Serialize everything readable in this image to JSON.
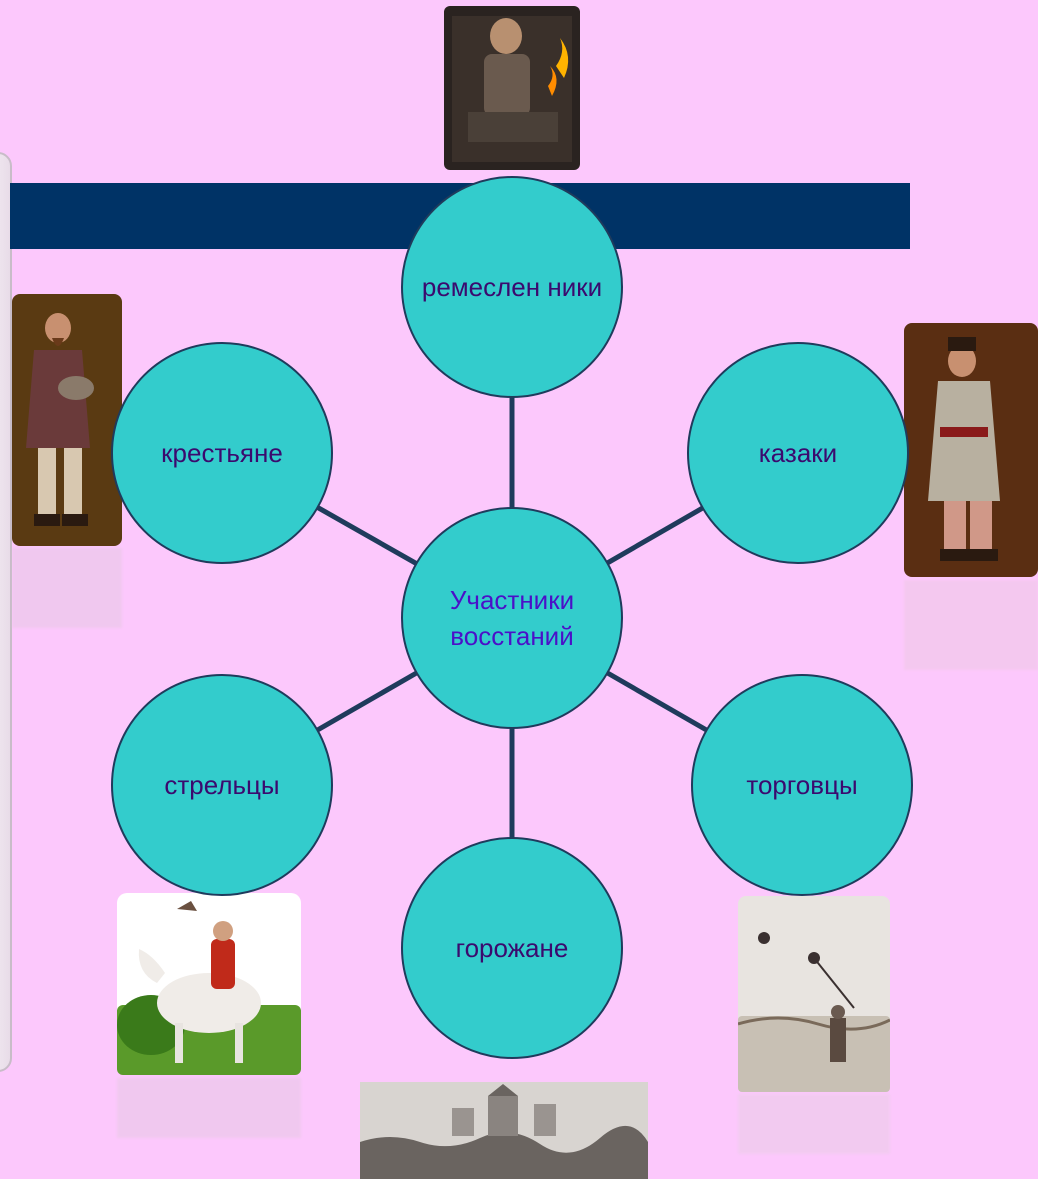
{
  "diagram": {
    "center": {
      "label": "Участники восстаний"
    },
    "nodes": [
      {
        "id": "remeslenniki",
        "label": "ремеслен ники"
      },
      {
        "id": "kazaki",
        "label": "казаки"
      },
      {
        "id": "torgovtsy",
        "label": "торговцы"
      },
      {
        "id": "gorozhane",
        "label": "горожане"
      },
      {
        "id": "streltsy",
        "label": "стрельцы"
      },
      {
        "id": "krestyane",
        "label": "крестьяне"
      }
    ]
  },
  "colors": {
    "background": "#fcc8fc",
    "banner": "#003366",
    "circle_fill": "#33cccc",
    "circle_stroke": "#1f3b5c",
    "connector": "#1f3b5c",
    "node_text": "#3b0a6e",
    "center_text": "#4b10c8"
  },
  "images": [
    {
      "name": "blacksmith-photo"
    },
    {
      "name": "cossack-photo"
    },
    {
      "name": "merchant-photo"
    },
    {
      "name": "townspeople-engraving"
    },
    {
      "name": "strelets-horse-photo"
    },
    {
      "name": "peasant-photo"
    }
  ]
}
